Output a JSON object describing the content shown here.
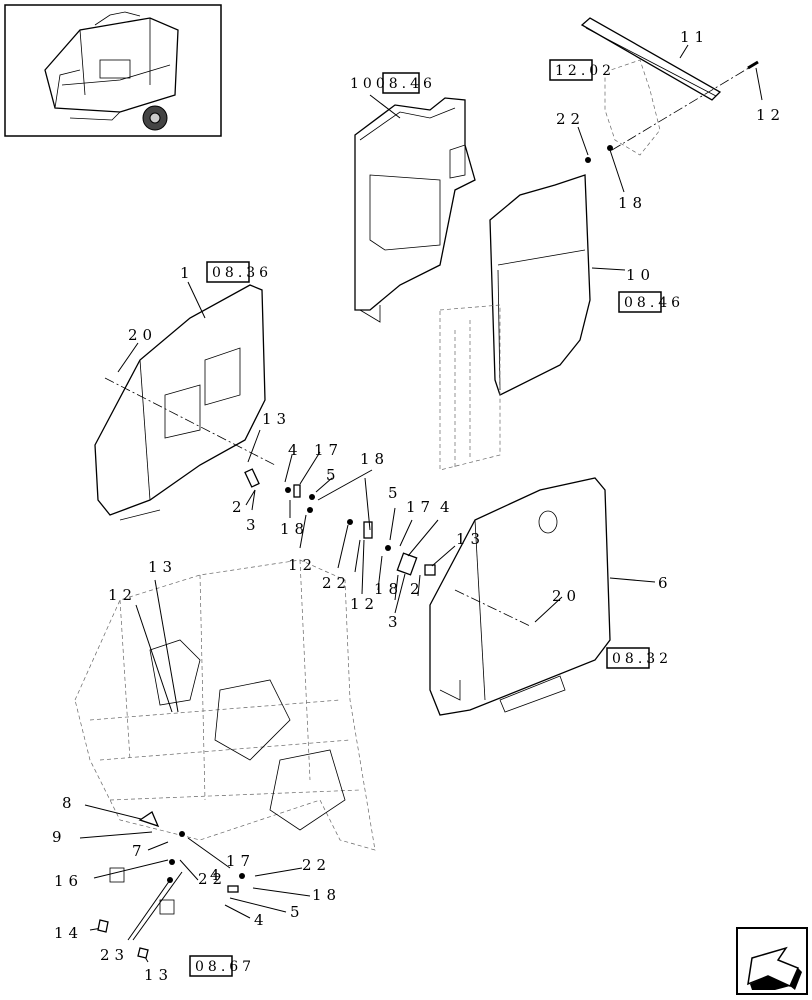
{
  "refs": {
    "r1008": "1008.46",
    "r1202": "12.02",
    "r0836": "08.36",
    "r0846": "08.46",
    "r0832": "08.32",
    "r0867": "08.67"
  },
  "callouts": {
    "c1": "1",
    "c2a": "2",
    "c2b": "2",
    "c3a": "3",
    "c3b": "3",
    "c4a": "4",
    "c4b": "4",
    "c4c": "4",
    "c5a": "5",
    "c5b": "5",
    "c5c": "5",
    "c6": "6",
    "c7": "7",
    "c8": "8",
    "c9": "9",
    "c10": "10",
    "c11": "11",
    "c12a": "12",
    "c12b": "12",
    "c12c": "12",
    "c12d": "12",
    "c13a": "13",
    "c13b": "13",
    "c13c": "13",
    "c13d": "13",
    "c14": "14",
    "c16": "16",
    "c17a": "17",
    "c17b": "17",
    "c17c": "17",
    "c18a": "18",
    "c18b": "18",
    "c18c": "18",
    "c18d": "18",
    "c18e": "18",
    "c20a": "20",
    "c20b": "20",
    "c22a": "22",
    "c22b": "22",
    "c22c": "22",
    "c22d": "22",
    "c23": "23"
  },
  "icons": {
    "thumbnail": "baler-thumbnail-icon",
    "nav": "next-page-arrow-icon"
  }
}
